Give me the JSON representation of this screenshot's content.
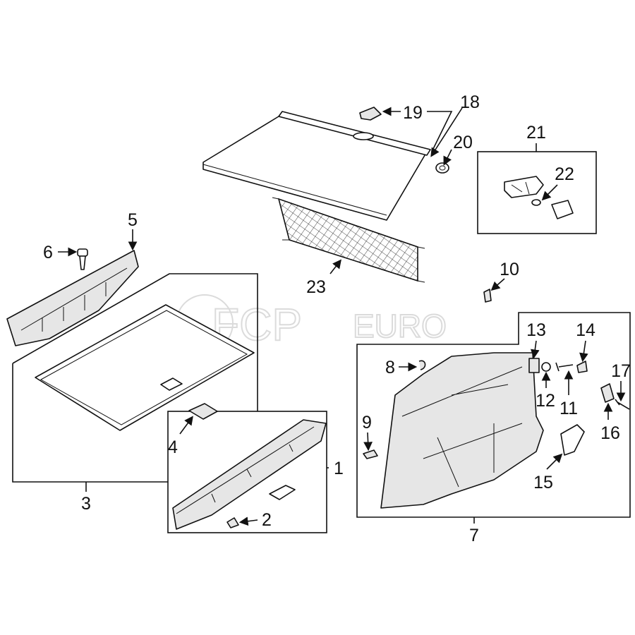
{
  "watermark": {
    "brand_main": "FCP",
    "brand_sub": "EURO"
  },
  "callouts": {
    "c1": "1",
    "c2": "2",
    "c3": "3",
    "c4": "4",
    "c5": "5",
    "c6": "6",
    "c7": "7",
    "c8": "8",
    "c9": "9",
    "c10": "10",
    "c11": "11",
    "c12": "12",
    "c13": "13",
    "c14": "14",
    "c15": "15",
    "c16": "16",
    "c17": "17",
    "c18": "18",
    "c19": "19",
    "c20": "20",
    "c21": "21",
    "c22": "22",
    "c23": "23"
  }
}
